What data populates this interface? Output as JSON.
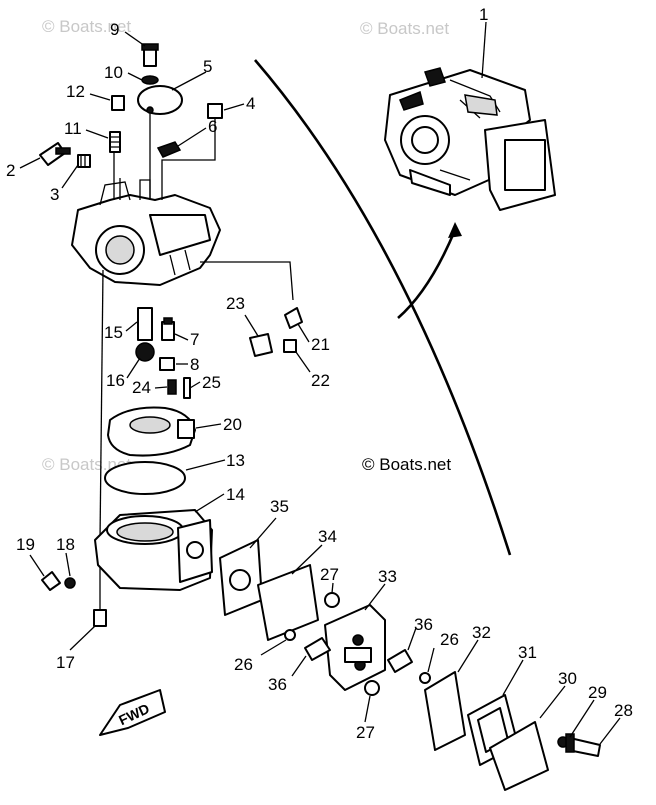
{
  "watermarks": {
    "top_left": "© Boats.net",
    "top_right": "© Boats.net",
    "middle_left": "© Boats.net",
    "middle_right": "© Boats.net"
  },
  "fwd_label": "FWD",
  "callouts": [
    "1",
    "2",
    "3",
    "4",
    "5",
    "6",
    "7",
    "8",
    "9",
    "10",
    "11",
    "12",
    "13",
    "14",
    "15",
    "16",
    "17",
    "18",
    "19",
    "20",
    "21",
    "22",
    "23",
    "24",
    "25",
    "26",
    "26",
    "27",
    "27",
    "28",
    "29",
    "30",
    "31",
    "32",
    "33",
    "34",
    "35",
    "36",
    "36"
  ]
}
